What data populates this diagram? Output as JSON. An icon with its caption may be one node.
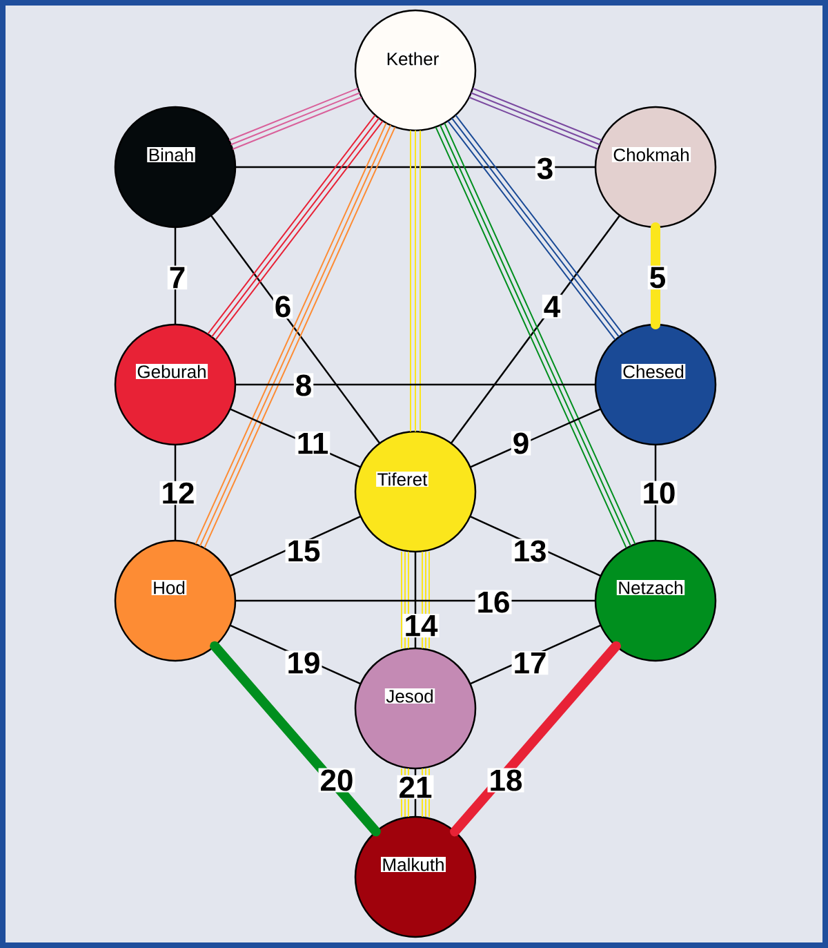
{
  "diagram": {
    "nodes": [
      {
        "text": [
          "Kether"
        ]
      },
      {
        "text": [
          "Binah"
        ]
      },
      {
        "text": [
          "Chokmah"
        ]
      },
      {
        "text": [
          "Geburah"
        ]
      },
      {
        "text": [
          "Chesed"
        ]
      },
      {
        "text": [
          "Tiferet"
        ]
      },
      {
        "text": [
          "Hod"
        ]
      },
      {
        "text": [
          "Netzach"
        ]
      },
      {
        "text": [
          "Jesod"
        ]
      },
      {
        "text": [
          "Malkuth"
        ]
      }
    ],
    "edges": [
      {
        "from": 0,
        "to": 1,
        "arrow": "none",
        "color": "#d9609a"
      },
      {
        "from": 0,
        "to": 2,
        "arrow": "none",
        "color": "#7b4aa0"
      },
      {
        "from": 1,
        "to": 2,
        "arrow": "none",
        "label": "3"
      },
      {
        "from": 2,
        "to": 5,
        "arrow": "none",
        "label": "4"
      },
      {
        "from": 2,
        "to": 4,
        "arrow": "none",
        "label": "5",
        "style": "thick",
        "color": "#fbe61c"
      },
      {
        "from": 1,
        "to": 5,
        "arrow": "none",
        "label": "6"
      },
      {
        "from": 1,
        "to": 3,
        "arrow": "none",
        "label": "7"
      },
      {
        "from": 0,
        "to": 3,
        "arrow": "none",
        "color": "#e82236"
      },
      {
        "from": 0,
        "to": 6,
        "arrow": "none",
        "color": "#fd8c34"
      },
      {
        "from": 0,
        "to": 5,
        "arrow": "none",
        "color": "#fbe61c"
      },
      {
        "from": 0,
        "to": 7,
        "arrow": "none",
        "color": "#008f1e"
      },
      {
        "from": 0,
        "to": 4,
        "arrow": "none",
        "color": "#1a4a96"
      },
      {
        "from": 3,
        "to": 4,
        "arrow": "none",
        "label": "8"
      },
      {
        "from": 4,
        "to": 5,
        "arrow": "none",
        "label": "9"
      },
      {
        "from": 4,
        "to": 7,
        "arrow": "none",
        "label": "10"
      },
      {
        "from": 3,
        "to": 5,
        "arrow": "none",
        "label": "11"
      },
      {
        "from": 3,
        "to": 6,
        "arrow": "none",
        "label": "12"
      },
      {
        "from": 5,
        "to": 7,
        "arrow": "none",
        "label": "13"
      },
      {
        "from": 5,
        "to": 8,
        "arrow": "none",
        "label": "14"
      },
      {
        "from": 5,
        "to": 8,
        "arrow": "none",
        "color": "#fbe61c"
      },
      {
        "from": 6,
        "to": 5,
        "arrow": "none",
        "label": "15"
      },
      {
        "from": 6,
        "to": 7,
        "arrow": "none",
        "label": "16"
      },
      {
        "from": 7,
        "to": 8,
        "arrow": "none",
        "label": "17"
      },
      {
        "from": 7,
        "to": 9,
        "arrow": "none",
        "label": "18",
        "style": "thick",
        "color": "#e82236"
      },
      {
        "from": 6,
        "to": 8,
        "arrow": "none",
        "label": "19"
      },
      {
        "from": 6,
        "to": 9,
        "arrow": "none",
        "label": "20",
        "style": "thick",
        "color": "#008f1e"
      },
      {
        "from": 8,
        "to": 9,
        "arrow": "none",
        "label": "21"
      },
      {
        "from": 8,
        "to": 9,
        "arrow": "none",
        "color": "#fbe61c"
      }
    ]
  }
}
